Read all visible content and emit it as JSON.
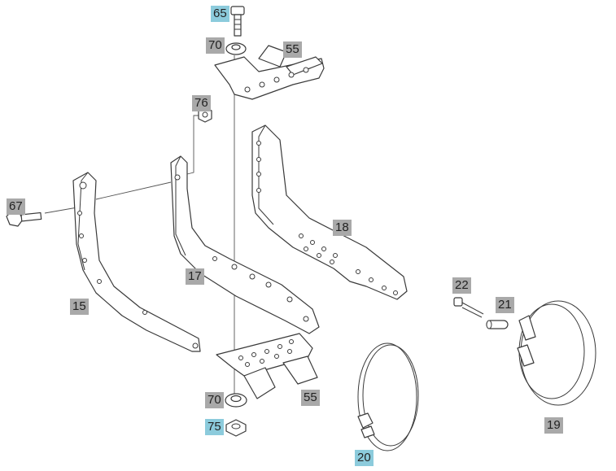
{
  "colors": {
    "callout_default": "#a9a9a9",
    "callout_highlight": "#8ccbdc",
    "line": "#3a3a3a",
    "background": "#ffffff"
  },
  "callouts": {
    "c65": {
      "label": "65",
      "highlight": true
    },
    "c70_top": {
      "label": "70",
      "highlight": false
    },
    "c55_top": {
      "label": "55",
      "highlight": false
    },
    "c76": {
      "label": "76",
      "highlight": false
    },
    "c67": {
      "label": "67",
      "highlight": false
    },
    "c18": {
      "label": "18",
      "highlight": false
    },
    "c17": {
      "label": "17",
      "highlight": false
    },
    "c15": {
      "label": "15",
      "highlight": false
    },
    "c22": {
      "label": "22",
      "highlight": false
    },
    "c21": {
      "label": "21",
      "highlight": false
    },
    "c70_bottom": {
      "label": "70",
      "highlight": false
    },
    "c55_bottom": {
      "label": "55",
      "highlight": false
    },
    "c75": {
      "label": "75",
      "highlight": true
    },
    "c19": {
      "label": "19",
      "highlight": false
    },
    "c20": {
      "label": "20",
      "highlight": true
    }
  },
  "parts": {
    "bolt_65": "bolt-icon",
    "washer_70": "washer-icon",
    "nut_75": "nut-icon",
    "nut_76": "nut-icon",
    "bolt_67": "bolt-icon",
    "bolt_22": "bolt-icon",
    "pin_21": "pin-icon",
    "clamp_19": "clamp-icon",
    "clamp_20": "clamp-icon"
  }
}
